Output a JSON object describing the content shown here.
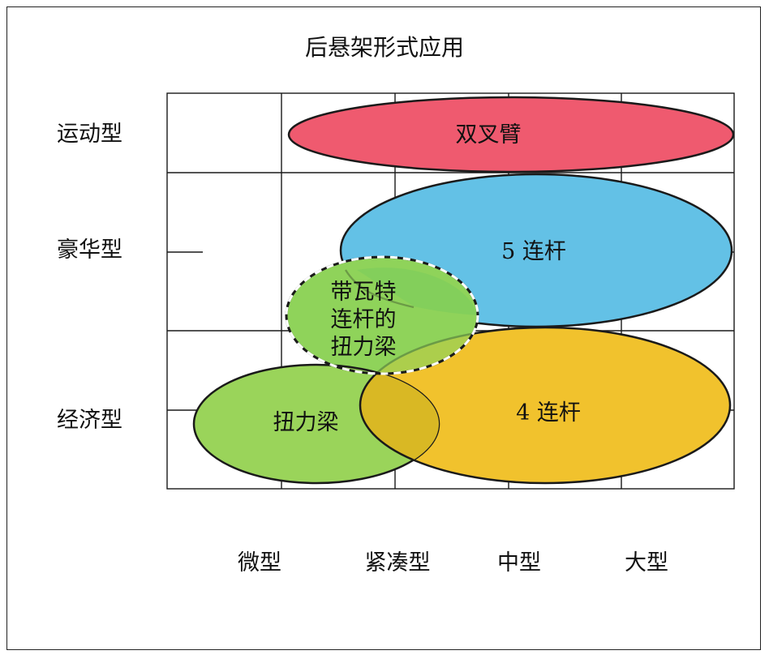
{
  "title": "后悬架形式应用",
  "y_categories": [
    "运动型",
    "豪华型",
    "经济型"
  ],
  "x_categories": [
    "微型",
    "紧凑型",
    "中型",
    "大型"
  ],
  "regions": [
    {
      "label_lines": [
        "双叉臂"
      ],
      "color": "#ef5a6f"
    },
    {
      "label_lines": [
        "5 连杆"
      ],
      "color": "#63c1e6"
    },
    {
      "label_lines": [
        "4 连杆"
      ],
      "color": "#f1c22d"
    },
    {
      "label_lines": [
        "带瓦特",
        "连杆的",
        "扭力梁"
      ],
      "color": "#8fd35a",
      "outline": "dashed"
    },
    {
      "label_lines": [
        "扭力梁"
      ],
      "color": "#9ad45a"
    }
  ],
  "colors": {
    "line": "#1a1a1a",
    "overlap_green_blue": "#66c35f",
    "overlap_yellow_green": "#d9b824"
  }
}
